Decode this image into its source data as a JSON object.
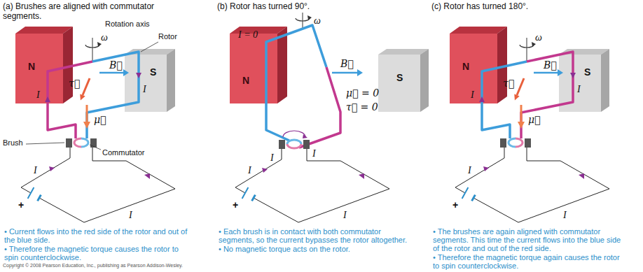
{
  "diagram": {
    "nodes": [
      {
        "text": [
          "N"
        ]
      },
      {
        "text": [
          "S"
        ]
      },
      {
        "text": [
          "N"
        ]
      },
      {
        "text": [
          "S"
        ]
      },
      {
        "text": [
          "N"
        ]
      },
      {
        "text": [
          "S"
        ]
      }
    ],
    "labels": [
      "(a) Brushes are aligned with commutator segments.",
      "Rotation axis",
      "ω",
      "Rotor",
      "B⃗",
      "τ⃗",
      "μ⃗",
      "I",
      "I",
      "Brush",
      "Commutator",
      "+",
      "I",
      "I",
      "• Current flows into the red side of the rotor and out of the blue side.",
      "• Therefore the magnetic torque causes the rotor to spin counterclockwise.",
      "Copyright © 2008 Pearson Education, Inc., publishing as Pearson Addison-Wesley.",
      "(b) Rotor has turned 90°.",
      "I = 0",
      "ω",
      "B⃗",
      "I",
      "μ⃗ = 0",
      "τ⃗ = 0",
      "I",
      "I",
      "+",
      "I",
      "• Each brush is in contact with both commutator segments, so the current bypasses the rotor altogether.",
      "• No magnetic torque acts on the rotor.",
      "(c) Rotor has turned 180°.",
      "ω",
      "B⃗",
      "τ⃗",
      "μ⃗",
      "I",
      "I",
      "+",
      "I",
      "I",
      "• The brushes are again aligned with commutator segments. This time the current flows into the blue side of the rotor and out of the red side.",
      "• Therefore the magnetic torque again causes the rotor to spin counterclockwise."
    ]
  }
}
